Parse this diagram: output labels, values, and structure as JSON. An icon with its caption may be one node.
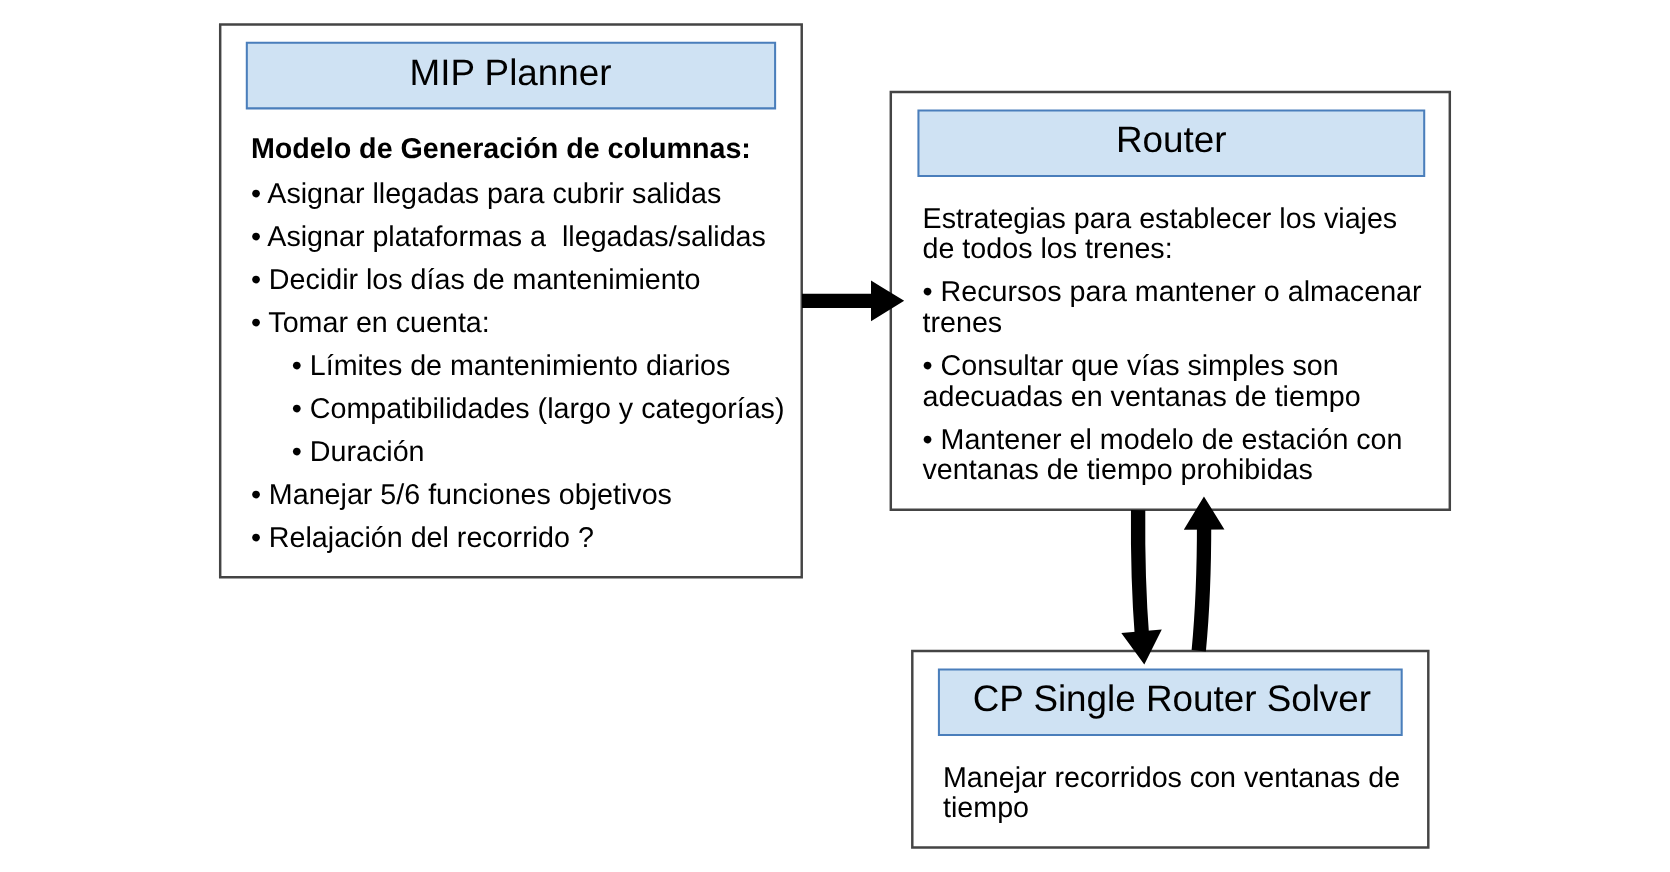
{
  "diagram": {
    "nodes": [
      {
        "text": [
          "MIP Planner",
          "Modelo de Generación de columnas:",
          "• Asignar llegadas para cubrir salidas",
          "• Asignar plataformas a  llegadas/salidas",
          "• Decidir los días de mantenimiento",
          "• Tomar en cuenta:",
          "• Límites de mantenimiento diarios",
          "• Compatibilidades (largo y categorías)",
          "• Duración",
          "• Manejar 5/6 funciones objetivos",
          "• Relajación del recorrido ?"
        ]
      },
      {
        "text": [
          "Router",
          "Estrategias para establecer los viajes de todos los trenes:",
          "• Recursos para mantener o almacenar trenes",
          "• Consultar que vías simples son adecuadas en ventanas de tiempo",
          "• Mantener el modelo de estación con ventanas de tiempo prohibidas"
        ]
      },
      {
        "text": [
          "CP Single Router Solver",
          "Manejar recorridos con ventanas de tiempo"
        ]
      }
    ],
    "edges": [
      {
        "from": 0,
        "to": 1,
        "arrow": "to"
      },
      {
        "from": 2,
        "to": 1,
        "arrow": "to"
      },
      {
        "from": 1,
        "to": 2,
        "arrow": "to"
      }
    ]
  }
}
